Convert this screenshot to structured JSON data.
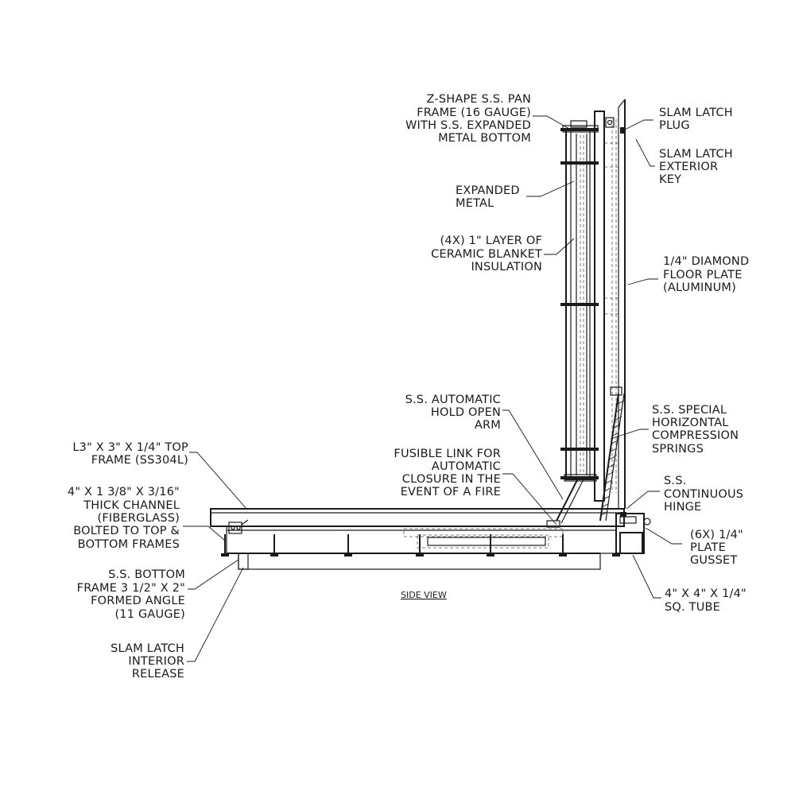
{
  "view_title": "SIDE VIEW",
  "callouts": {
    "pan_frame": [
      "Z-SHAPE S.S. PAN",
      "FRAME (16 GAUGE)",
      "WITH S.S. EXPANDED",
      "METAL BOTTOM"
    ],
    "expanded_metal": [
      "EXPANDED",
      "METAL"
    ],
    "insulation": [
      "(4X) 1\" LAYER OF",
      "CERAMIC BLANKET",
      "INSULATION"
    ],
    "hold_open_arm": [
      "S.S. AUTOMATIC",
      "HOLD OPEN",
      "ARM"
    ],
    "fusible_link": [
      "FUSIBLE LINK FOR",
      "AUTOMATIC",
      "CLOSURE IN THE",
      "EVENT OF A FIRE"
    ],
    "top_frame": [
      "L3\" X 3\" X 1/4\" TOP",
      "FRAME (SS304L)"
    ],
    "channel": [
      "4\" X 1 3/8\" X 3/16\"",
      "THICK CHANNEL",
      "(FIBERGLASS)",
      "BOLTED TO TOP &",
      "BOTTOM FRAMES"
    ],
    "bottom_frame": [
      "S.S. BOTTOM",
      "FRAME 3 1/2\" X 2\"",
      "FORMED ANGLE",
      "(11 GAUGE)"
    ],
    "latch_release": [
      "SLAM LATCH",
      "INTERIOR",
      "RELEASE"
    ],
    "latch_plug": [
      "SLAM LATCH",
      "PLUG"
    ],
    "latch_key": [
      "SLAM LATCH",
      "EXTERIOR",
      "KEY"
    ],
    "floor_plate": [
      "1/4\" DIAMOND",
      "FLOOR PLATE",
      "(ALUMINUM)"
    ],
    "springs": [
      "S.S. SPECIAL",
      "HORIZONTAL",
      "COMPRESSION",
      "SPRINGS"
    ],
    "hinge": [
      "S.S.",
      "CONTINUOUS",
      "HINGE"
    ],
    "gusset": [
      "(6X) 1/4\"",
      "PLATE",
      "GUSSET"
    ],
    "sq_tube": [
      "4\" X 4\" X 1/4\"",
      "SQ. TUBE"
    ]
  }
}
